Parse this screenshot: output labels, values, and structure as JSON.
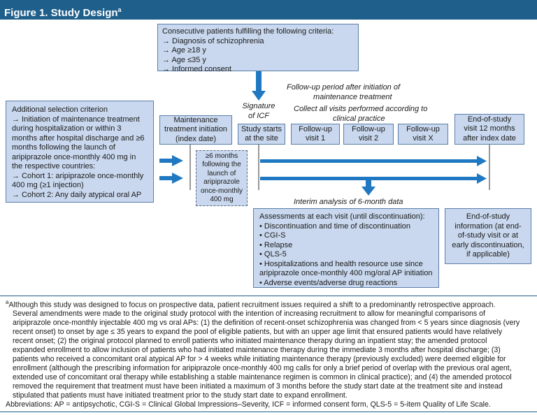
{
  "title": "Figure 1. Study Design",
  "title_sup": "a",
  "criteria_box": {
    "heading": "Consecutive patients fulfilling the following criteria:",
    "items": [
      "→ Diagnosis of schizophrenia",
      "→ Age ≥18 y",
      "→ Age ≤35 y",
      "→ Informed consent"
    ]
  },
  "selection_box": {
    "lines": [
      "Additional selection criterion",
      "→ Initiation of maintenance treatment",
      "during hospitalization or within 3",
      "months after hospital discharge and ≥6",
      "months following the launch of",
      "aripiprazole once-monthly 400 mg in",
      "the respective countries:",
      "→ Cohort 1: aripiprazole once-monthly",
      "400 mg (≥1 injection)",
      "→ Cohort 2: Any daily atypical oral AP"
    ]
  },
  "maintenance_box": [
    "Maintenance",
    "treatment initiation",
    "(index date)"
  ],
  "launch_box": [
    "≥6 months",
    "following the",
    "launch of",
    "aripiprazole",
    "once-monthly",
    "400 mg"
  ],
  "signature_label": [
    "Signature",
    "of ICF"
  ],
  "followup_period_label": [
    "Follow-up period after initiation of",
    "maintenance treatment"
  ],
  "collect_label": [
    "Collect all visits performed according to",
    "clinical practice"
  ],
  "study_starts_box": [
    "Study starts",
    "at the site"
  ],
  "visit1_box": [
    "Follow-up",
    "visit 1"
  ],
  "visit2_box": [
    "Follow-up",
    "visit 2"
  ],
  "visitx_box": [
    "Follow-up",
    "visit X"
  ],
  "end_visit_box": [
    "End-of-study",
    "visit 12 months",
    "after index date"
  ],
  "interim_label": "Interim analysis of 6-month data",
  "assessments_box": {
    "heading": "Assessments at each visit (until discontinuation):",
    "items": [
      "• Discontinuation and time of discontinuation",
      "• CGI-S",
      "• Relapse",
      "• QLS-5",
      "• Hospitalizations and health resource use since",
      "aripiprazole once-monthly 400 mg/oral AP initiation",
      "• Adverse events/adverse drug reactions"
    ]
  },
  "end_info_box": [
    "End-of-study",
    "information (at end-",
    "of-study visit or at",
    "early discontinuation,",
    "if applicable)"
  ],
  "footnote_marker": "a",
  "footnote_lines": [
    "Although this study was designed to focus on prospective data, patient recruitment issues required a shift to a predominantly retrospective approach.",
    "Several amendments were made to the original study protocol with the intention of increasing recruitment to allow for meaningful comparisons of",
    "aripiprazole once-monthly injectable 400 mg vs oral APs: (1) the definition of recent-onset schizophrenia was changed from < 5 years since diagnosis (very",
    "recent onset) to onset by age ≤ 35 years to expand the pool of eligible patients, but with an upper age limit that ensured patients would have relatively",
    "recent onset; (2) the original protocol planned to enroll patients who initiated maintenance therapy during an inpatient stay; the amended protocol",
    "expanded enrollment to allow inclusion of patients who had initiated maintenance therapy during the immediate 3 months after hospital discharge; (3)",
    "patients who received a concomitant oral atypical AP for > 4 weeks while initiating maintenance therapy (previously excluded) were deemed eligible for",
    "enrollment (although the prescribing information for aripiprazole once-monthly 400 mg calls for only a brief period of overlap with the previous oral agent,",
    "extended use of concomitant oral therapy while establishing a stable maintenance regimen is common in clinical practice); and (4) the amended protocol",
    "removed the requirement that treatment must have been initiated a maximum of 3 months before the study start date at the treatment site and instead",
    "stipulated that patients must have initiated treatment prior to the study start date to expand enrollment."
  ],
  "abbreviations": "Abbreviations: AP = antipsychotic, CGI-S = Clinical Global Impressions–Severity, ICF = informed consent form, QLS-5 = 5-item Quality of Life Scale.",
  "colors": {
    "header": "#1f5f8b",
    "box_fill": "#c9d8ee",
    "box_border": "#5a7fa8",
    "arrow": "#1f78c1"
  }
}
